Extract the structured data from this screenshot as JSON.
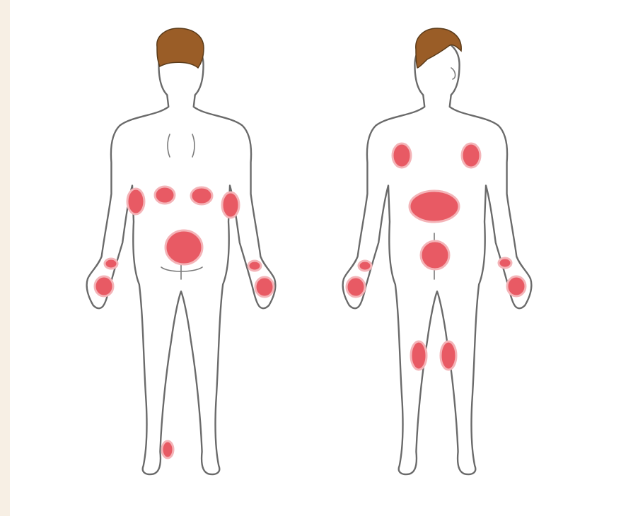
{
  "colors": {
    "background": "#f7efe4",
    "canvas": "#ffffff",
    "outline": "#6a6a6a",
    "hair": "#9a5d27",
    "spot_fill": "#e85a64",
    "spot_halo": "#f4b4b8"
  },
  "figures": [
    {
      "id": "back-view",
      "view": "back",
      "highlighted_regions": [
        "elbows",
        "lower-back",
        "buttocks",
        "wrists",
        "hands",
        "left-ankle"
      ]
    },
    {
      "id": "front-view",
      "view": "front",
      "highlighted_regions": [
        "shoulders",
        "abdomen",
        "groin",
        "wrists",
        "hands",
        "knees"
      ]
    }
  ]
}
